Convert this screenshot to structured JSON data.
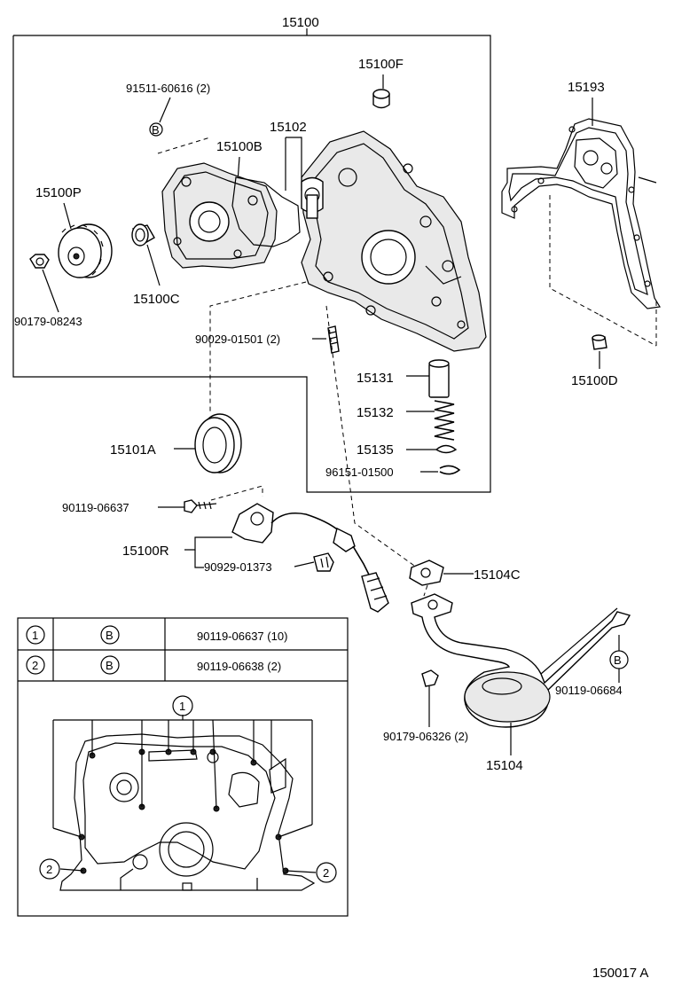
{
  "labels": {
    "assembly": "15100",
    "bolt_set": "91511-60616 (2)",
    "cover_top": "15100F",
    "gasket": "15102",
    "body_b": "15100B",
    "gear_p": "15100P",
    "bearing_c": "15100C",
    "nut": "90179-08243",
    "pin": "90029-01501 (2)",
    "valve": "15131",
    "spring": "15132",
    "retainer": "15135",
    "clip": "96151-01500",
    "seal": "15101A",
    "bolt_r": "90119-06637",
    "sensor": "15100R",
    "sensor_connector": "90929-01373",
    "plate_gasket": "15193",
    "dowel": "15100D",
    "strainer_gasket": "15104C",
    "strainer_bolt": "90119-06684",
    "strainer_nut": "90179-06326 (2)",
    "strainer": "15104",
    "ref_b": "B",
    "diagram_id": "150017 A"
  },
  "table": {
    "rows": [
      {
        "num": "1",
        "mark": "B",
        "part": "90119-06637 (10)"
      },
      {
        "num": "2",
        "mark": "B",
        "part": "90119-06638 (2)"
      }
    ]
  },
  "inset": {
    "callout_1": "1",
    "callout_2_left": "2",
    "callout_2_right": "2"
  }
}
